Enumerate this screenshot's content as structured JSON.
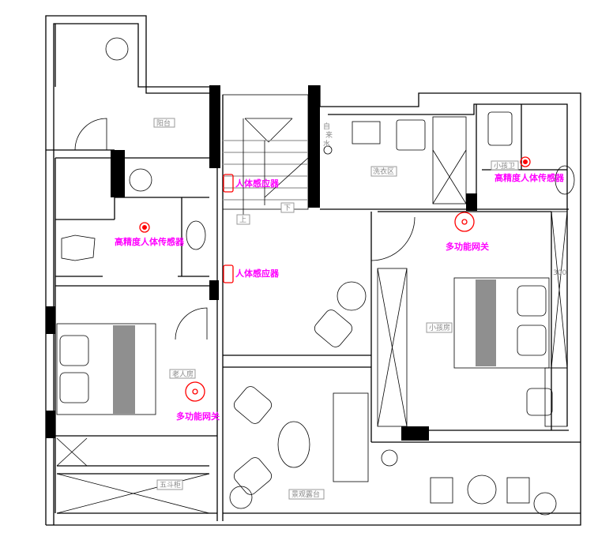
{
  "rooms": {
    "balcony": "阳台",
    "laundry": "洗衣区",
    "kids_bath": "小孩卫",
    "kids_room": "小孩房",
    "elder_room": "老人房",
    "chest": "五斗柜",
    "terrace": "景观露台",
    "stair_up": "上",
    "stair_down": "下",
    "water": [
      "自",
      "来",
      "水"
    ],
    "dim": "300"
  },
  "devices": {
    "motion_sensor": "人体感应器",
    "hp_sensor": "高精度人体传感器",
    "gateway": "多功能网关"
  },
  "colors": {
    "annotation": "#ff00ff",
    "device": "#ff0000"
  }
}
